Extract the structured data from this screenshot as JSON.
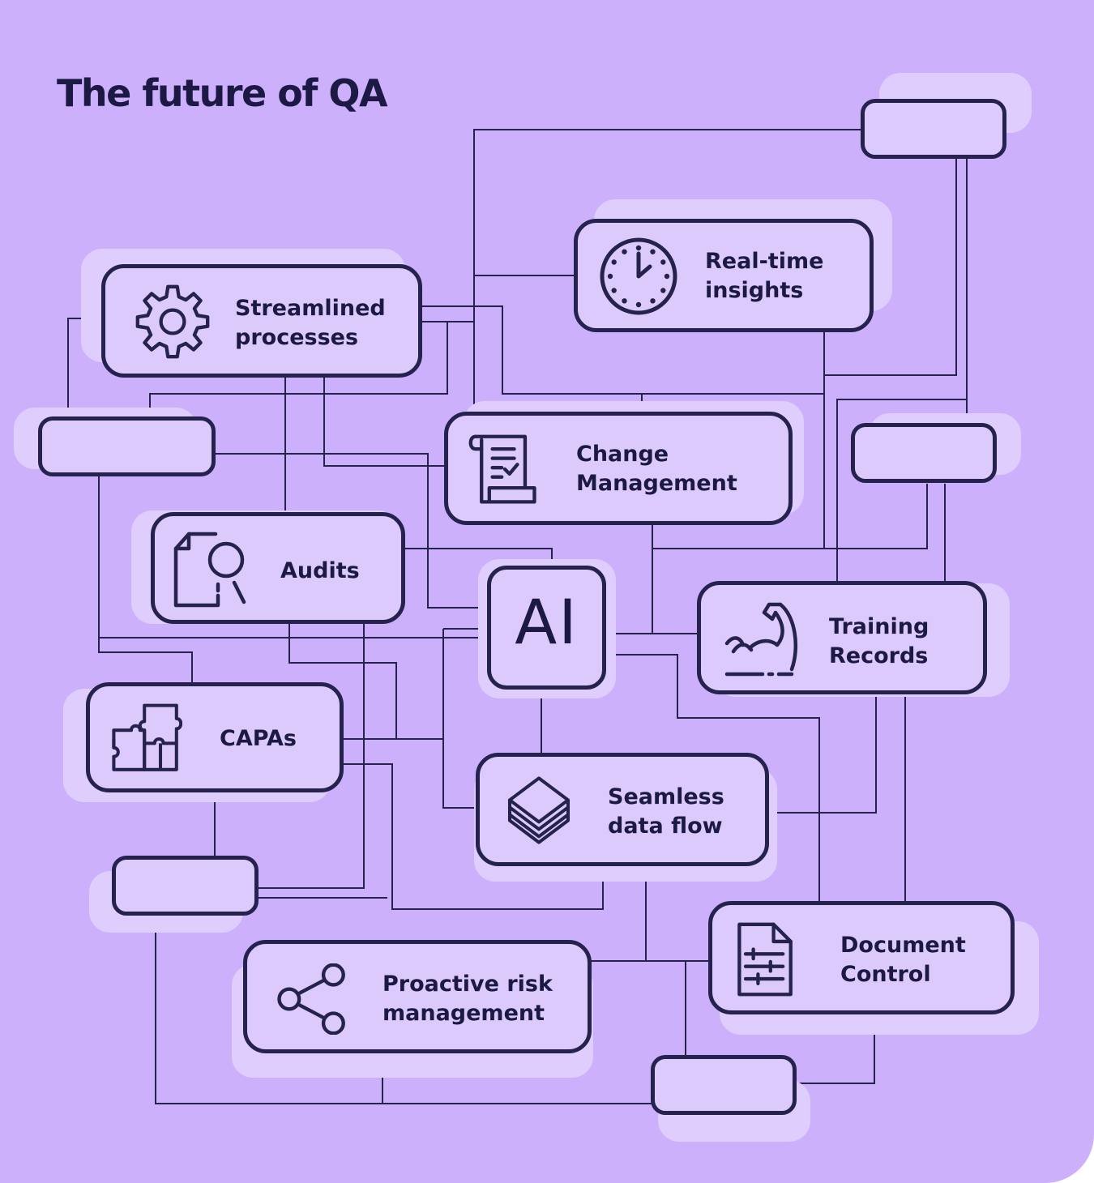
{
  "title": "The future of QA",
  "colors": {
    "background": "#cdb0fb",
    "node_fill": "#dccafc",
    "halo": "#dfcdfd",
    "ink": "#25234d"
  },
  "nodes": {
    "streamlined": {
      "label": "Streamlined\nprocesses",
      "icon": "gear-icon"
    },
    "realtime": {
      "label": "Real-time\ninsights",
      "icon": "clock-icon"
    },
    "change": {
      "label": "Change\nManagement",
      "icon": "scroll-checklist-icon"
    },
    "audits": {
      "label": "Audits",
      "icon": "document-magnifier-icon"
    },
    "ai": {
      "label": "AI"
    },
    "training": {
      "label": "Training\nRecords",
      "icon": "flexed-arm-icon"
    },
    "capas": {
      "label": "CAPAs",
      "icon": "puzzle-icon"
    },
    "seamless": {
      "label": "Seamless\ndata flow",
      "icon": "layers-icon"
    },
    "document": {
      "label": "Document\nControl",
      "icon": "document-sliders-icon"
    },
    "proactive": {
      "label": "Proactive risk\nmanagement",
      "icon": "share-icon"
    }
  }
}
